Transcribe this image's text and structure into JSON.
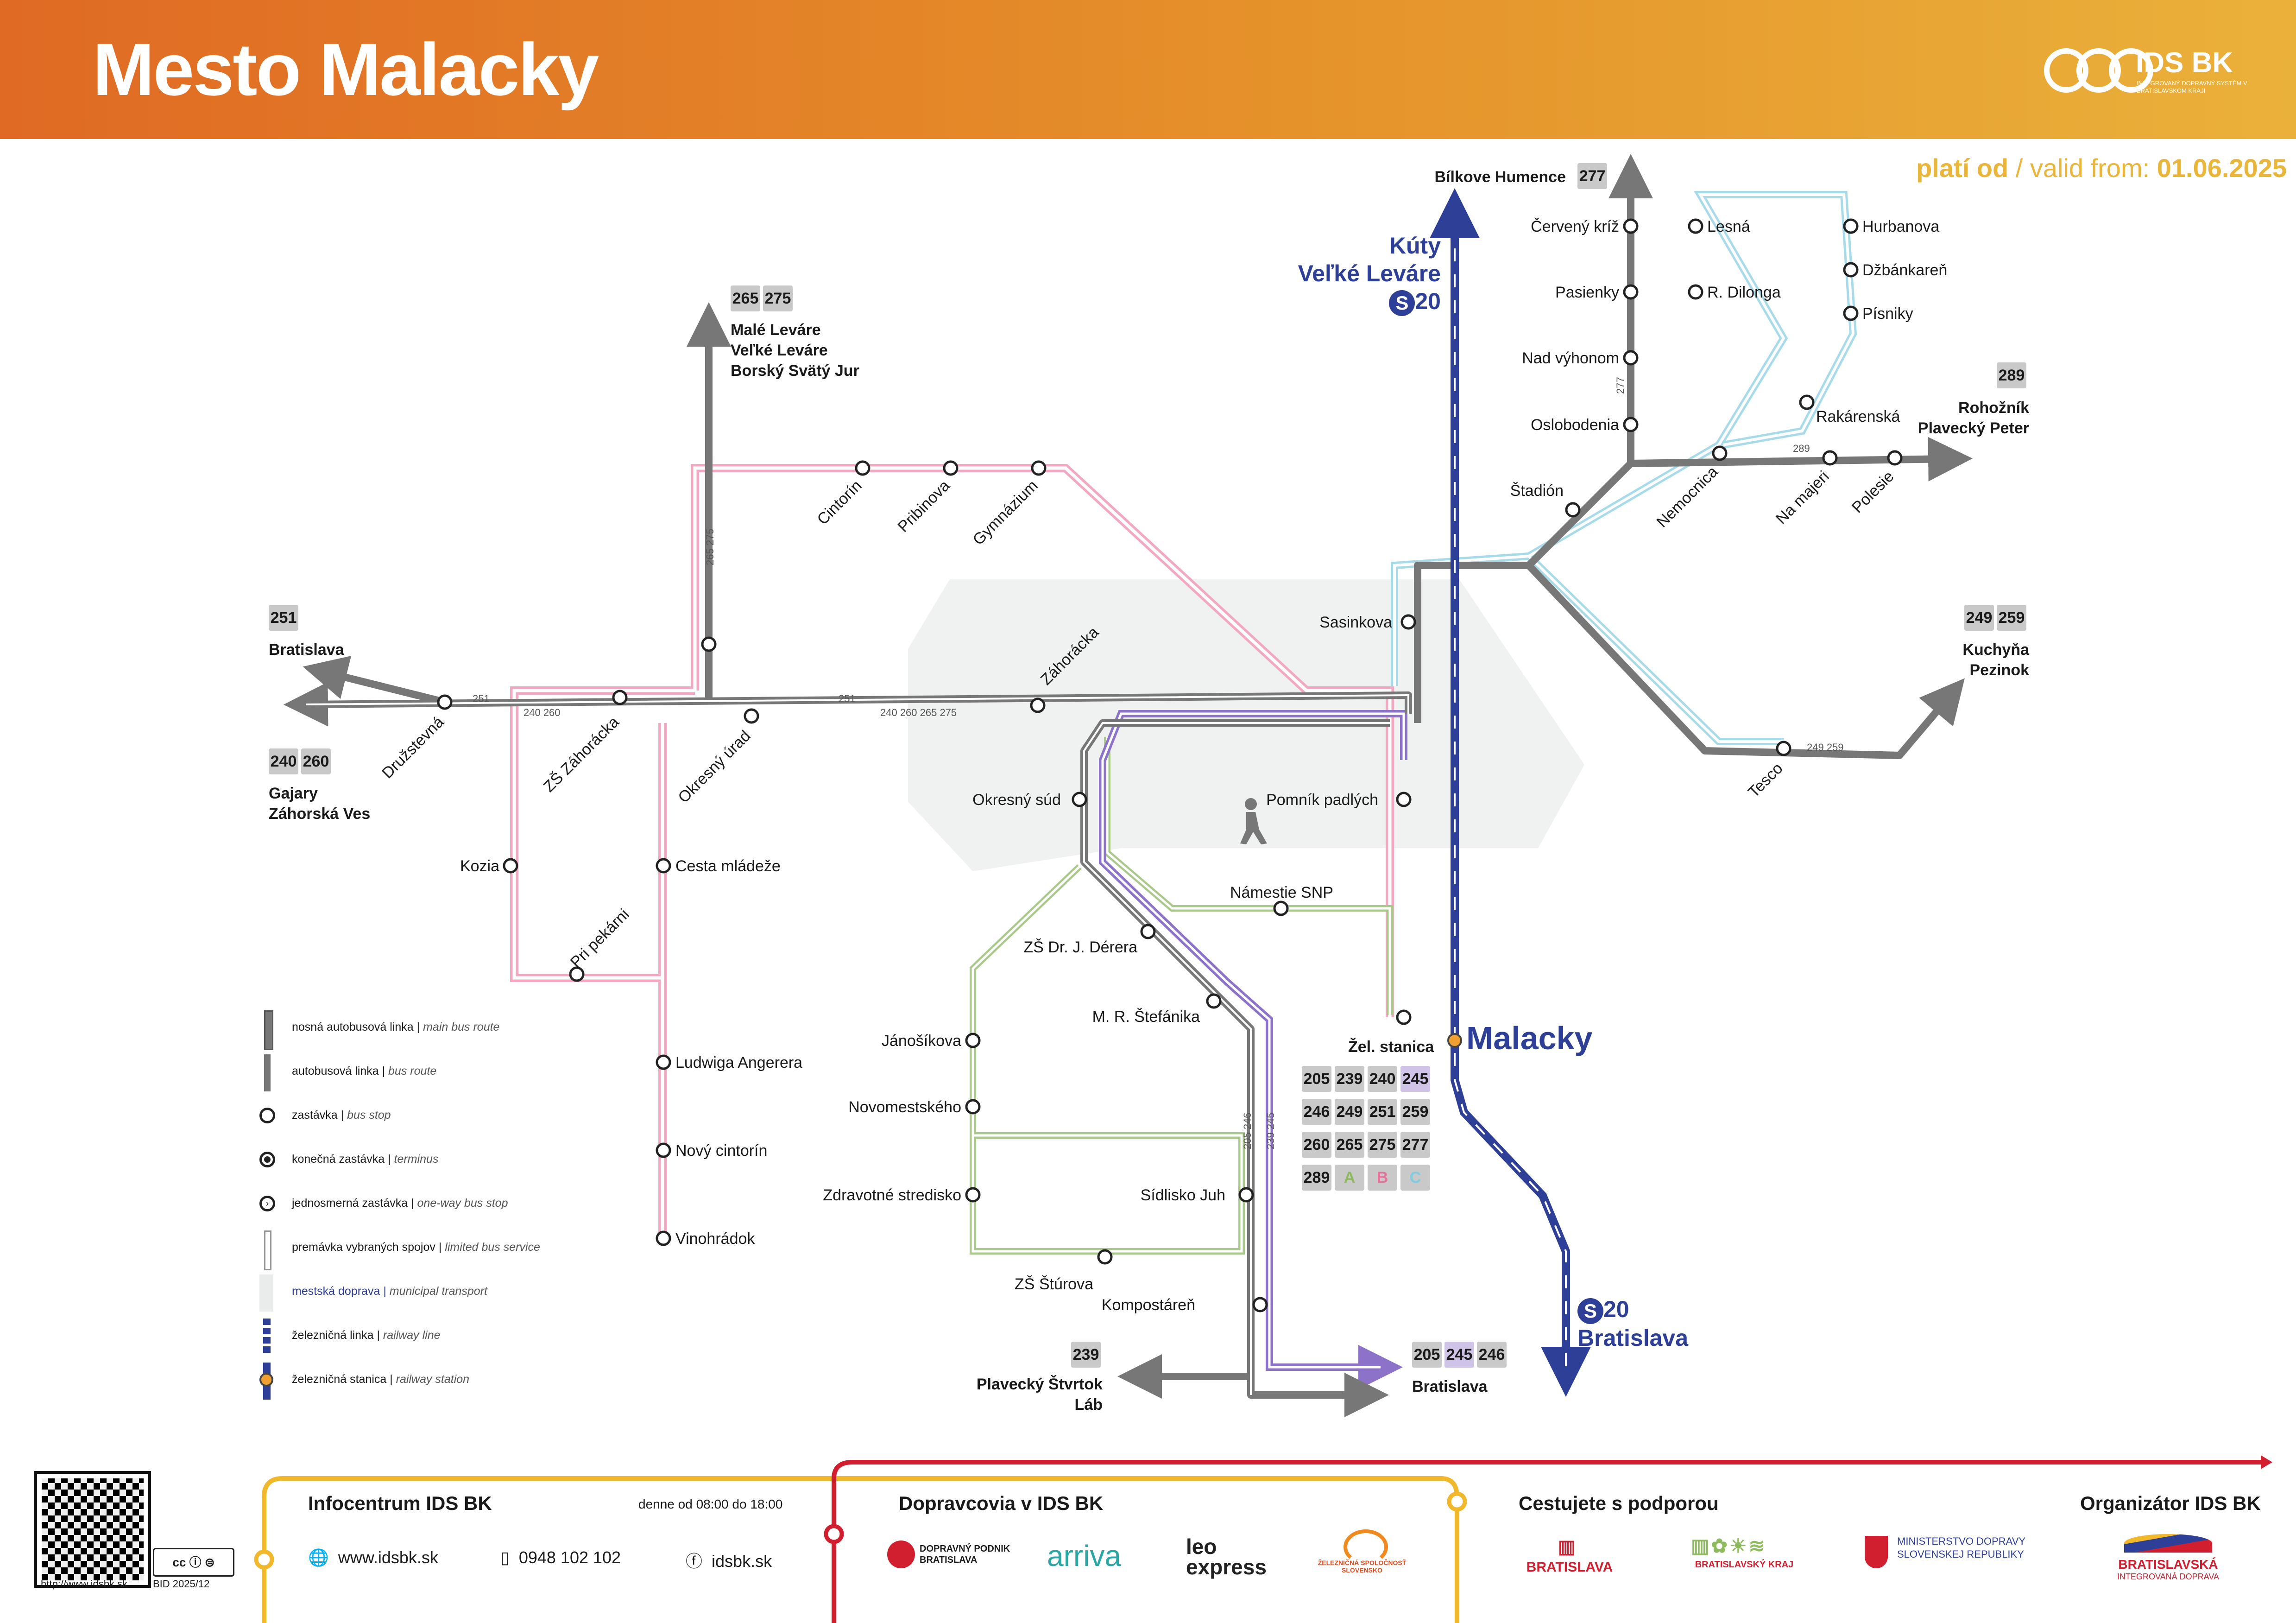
{
  "header": {
    "title": "Mesto Malacky",
    "brand": "IDS BK",
    "brand_sub": "INTEGROVANÝ DOPRAVNÝ SYSTÉM V BRATISLAVSKOM KRAJI"
  },
  "valid": {
    "label_sk": "platí od",
    "label_en": "/ valid from:",
    "date": "01.06.2025"
  },
  "colors": {
    "main_route": "#777777",
    "line_a": "#a9c98a",
    "line_b": "#f2a8c0",
    "line_c": "#a8dbea",
    "line_245": "#8c73c9",
    "railway": "#2e3f97",
    "municipal_zone": "#eeefef",
    "railway_station": "#f0a030",
    "footer_yellow": "#f0b82a",
    "footer_red": "#d21f2f"
  },
  "stops": [
    "Červený kríž",
    "Pasienky",
    "Nad výhonom",
    "Oslobodenia",
    "Štadión",
    "Lesná",
    "R. Dilonga",
    "Hurbanova",
    "Džbánkareň",
    "Písniky",
    "Rakárenská",
    "Nemocnica",
    "Na majeri",
    "Polesie",
    "Sasinkova",
    "Tesco",
    "Cintorín",
    "Pribinova",
    "Gymnázium",
    "Záhorácka",
    "Družstevná",
    "ZŠ Záhorácka",
    "Okresný úrad",
    "Okresný súd",
    "Pomník padlých",
    "Námestie SNP",
    "ZŠ Dr. J. Dérera",
    "M. R. Štefánika",
    "Žel. stanica",
    "Kozia",
    "Pri pekárni",
    "Cesta mládeže",
    "Ludwiga Angerera",
    "Nový cintorín",
    "Vinohrádok",
    "Jánošíkova",
    "Novomestského",
    "Zdravotné stredisko",
    "Sídlisko Juh",
    "ZŠ Štúrova",
    "Kompostáreň"
  ],
  "destinations": {
    "bilkove": {
      "routes": [
        "277"
      ],
      "name": "Bílkove Humence"
    },
    "male_levare": {
      "routes": [
        "265",
        "275"
      ],
      "lines": [
        "Malé Leváre",
        "Veľké Leváre",
        "Borský Svätý Jur"
      ]
    },
    "bratislava_251": {
      "routes": [
        "251"
      ],
      "lines": [
        "Bratislava"
      ]
    },
    "gajary": {
      "routes": [
        "240",
        "260"
      ],
      "lines": [
        "Gajary",
        "Záhorská Ves"
      ]
    },
    "rohoznik": {
      "routes": [
        "289"
      ],
      "lines": [
        "Rohožník",
        "Plavecký Peter"
      ]
    },
    "kuchyna": {
      "routes": [
        "249",
        "259"
      ],
      "lines": [
        "Kuchyňa",
        "Pezinok"
      ]
    },
    "plavecky": {
      "routes": [
        "239"
      ],
      "lines": [
        "Plavecký Štvrtok",
        "Láb"
      ]
    },
    "bratislava_south": {
      "routes": [
        "205",
        "245",
        "246"
      ],
      "lines": [
        "Bratislava"
      ]
    }
  },
  "rail": {
    "north": [
      "Kúty",
      "Veľké Leváre"
    ],
    "north_line": "20",
    "south_line": "20",
    "south": "Bratislava",
    "station": "Malacky"
  },
  "station_routes": [
    "205",
    "239",
    "240",
    "245",
    "246",
    "249",
    "251",
    "259",
    "260",
    "265",
    "275",
    "277",
    "289",
    "A",
    "B",
    "C"
  ],
  "route_numbers": {
    "r277": "277",
    "r289": "289",
    "r249_259": "249 259",
    "r251": "251",
    "r240_260": "240 260",
    "r_main": "240 260 265 275",
    "r265_275": "265 275",
    "r205_246": "205 246",
    "r239_245": "239 245"
  },
  "legend": [
    {
      "sk": "nosná autobusová linka",
      "en": "main bus route"
    },
    {
      "sk": "autobusová linka",
      "en": "bus route"
    },
    {
      "sk": "zastávka",
      "en": "bus stop"
    },
    {
      "sk": "konečná zastávka",
      "en": "terminus"
    },
    {
      "sk": "jednosmerná zastávka",
      "en": "one-way bus stop"
    },
    {
      "sk": "premávka vybraných spojov",
      "en": "limited bus service"
    },
    {
      "sk": "mestská doprava",
      "en": "municipal transport"
    },
    {
      "sk": "železničná linka",
      "en": "railway line"
    },
    {
      "sk": "železničná stanica",
      "en": "railway station"
    }
  ],
  "footer": {
    "qr_url": "http://www.idsbk.sk",
    "bid": "BID 2025/12",
    "info_title": "Infocentrum IDS BK",
    "hours": "denne od 08:00 do 18:00",
    "web": "www.idsbk.sk",
    "phone": "0948 102 102",
    "social": "idsbk.sk",
    "carriers_title": "Dopravcovia v IDS BK",
    "carriers": [
      "DOPRAVNÝ PODNIK BRATISLAVA",
      "arriva",
      "leo express",
      "ŽELEZNIČNÁ SPOLOČNOSŤ SLOVENSKO"
    ],
    "support_title": "Cestujete s podporou",
    "supporters": [
      "BRATISLAVA",
      "BRATISLAVSKÝ KRAJ",
      "MINISTERSTVO DOPRAVY SLOVENSKEJ REPUBLIKY"
    ],
    "organizer_title": "Organizátor IDS BK",
    "organizer": [
      "BRATISLAVSKÁ",
      "INTEGROVANÁ DOPRAVA"
    ]
  }
}
